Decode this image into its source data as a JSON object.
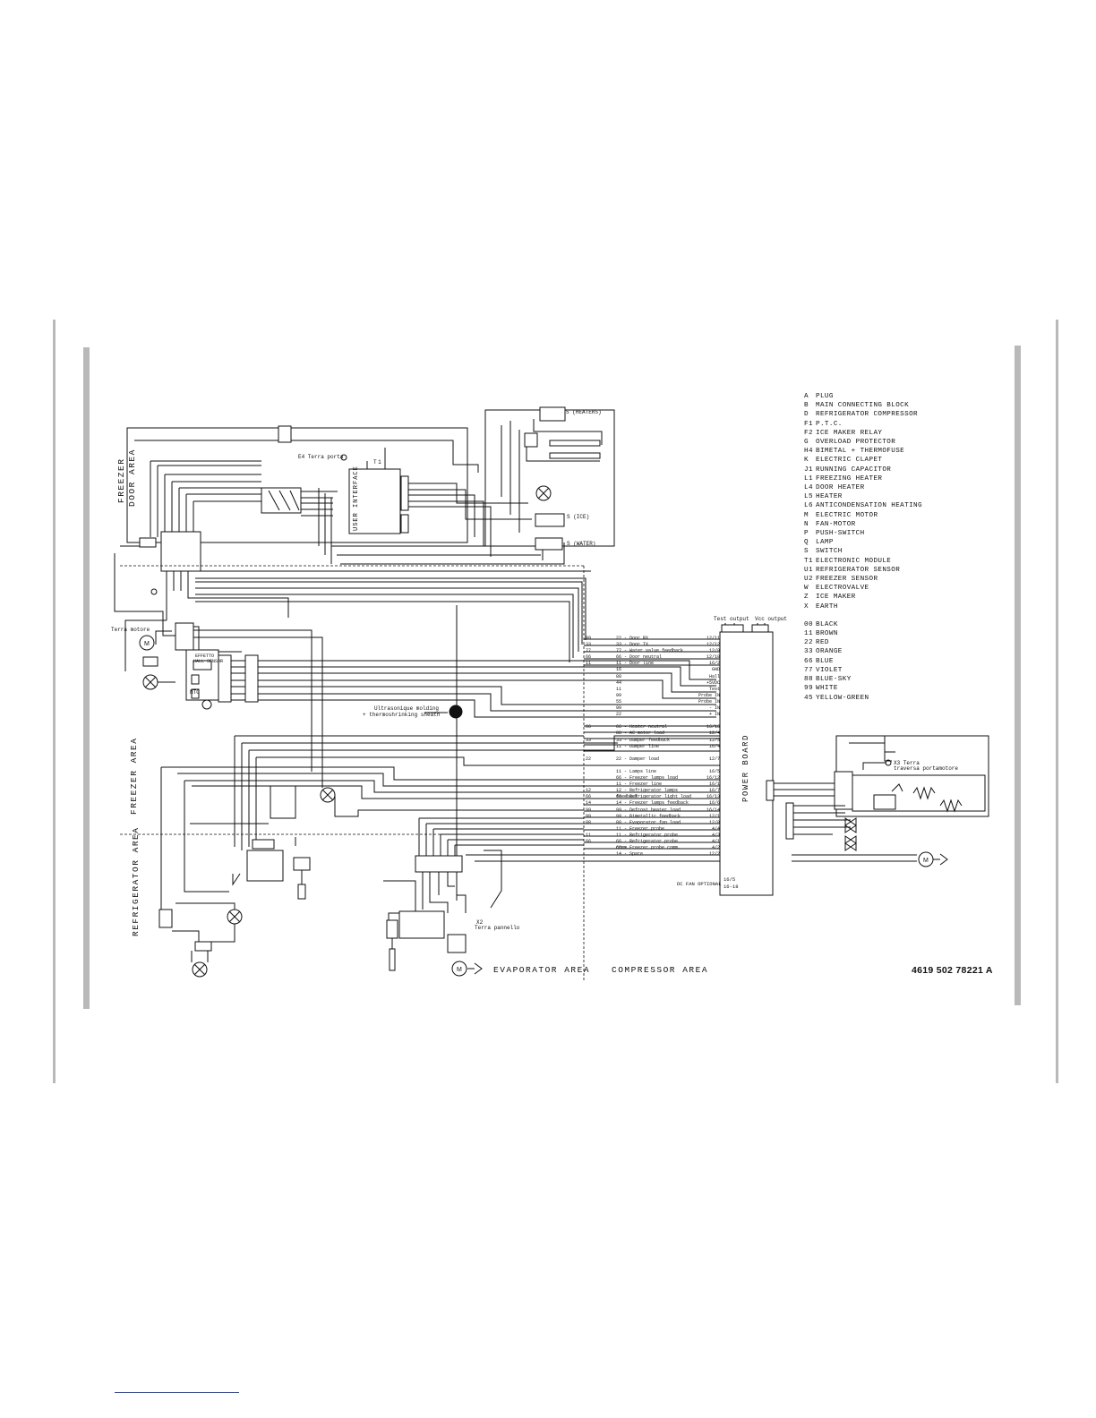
{
  "legend": {
    "components": [
      {
        "code": "A",
        "label": "PLUG"
      },
      {
        "code": "B",
        "label": "MAIN CONNECTING BLOCK"
      },
      {
        "code": "D",
        "label": "REFRIGERATOR COMPRESSOR"
      },
      {
        "code": "F1",
        "label": "P.T.C."
      },
      {
        "code": "F2",
        "label": "ICE MAKER RELAY"
      },
      {
        "code": "G",
        "label": "OVERLOAD PROTECTOR"
      },
      {
        "code": "H4",
        "label": "BIMETAL + THERMOFUSE"
      },
      {
        "code": "K",
        "label": "ELECTRIC CLAPET"
      },
      {
        "code": "J1",
        "label": "RUNNING CAPACITOR"
      },
      {
        "code": "L1",
        "label": "FREEZING HEATER"
      },
      {
        "code": "L4",
        "label": "DOOR HEATER"
      },
      {
        "code": "L5",
        "label": "HEATER"
      },
      {
        "code": "L6",
        "label": "ANTICONDENSATION HEATING"
      },
      {
        "code": "M",
        "label": "ELECTRIC MOTOR"
      },
      {
        "code": "N",
        "label": "FAN-MOTOR"
      },
      {
        "code": "P",
        "label": "PUSH-SWITCH"
      },
      {
        "code": "Q",
        "label": "LAMP"
      },
      {
        "code": "S",
        "label": "SWITCH"
      },
      {
        "code": "T1",
        "label": "ELECTRONIC MODULE"
      },
      {
        "code": "U1",
        "label": "REFRIGERATOR SENSOR"
      },
      {
        "code": "U2",
        "label": "FREEZER SENSOR"
      },
      {
        "code": "W",
        "label": "ELECTROVALVE"
      },
      {
        "code": "Z",
        "label": "ICE MAKER"
      },
      {
        "code": "X",
        "label": "EARTH"
      }
    ],
    "colors": [
      {
        "code": "00",
        "label": "BLACK"
      },
      {
        "code": "11",
        "label": "BROWN"
      },
      {
        "code": "22",
        "label": "RED"
      },
      {
        "code": "33",
        "label": "ORANGE"
      },
      {
        "code": "66",
        "label": "BLUE"
      },
      {
        "code": "77",
        "label": "VIOLET"
      },
      {
        "code": "88",
        "label": "BLUE-SKY"
      },
      {
        "code": "99",
        "label": "WHITE"
      },
      {
        "code": "45",
        "label": "YELLOW-GREEN"
      }
    ]
  },
  "areas": {
    "freezer_door": [
      "FREEZER",
      "DOOR AREA"
    ],
    "freezer": "FREEZER AREA",
    "refrigerator": "REFRIGERATOR AREA",
    "evaporator": "EVAPORATOR AREA",
    "compressor": "COMPRESSOR AREA"
  },
  "blocks": {
    "user_interface": "USER INTERFACE",
    "power_board": "POWER BOARD",
    "t1": "T1",
    "test_output": "Test output",
    "vcc_output": "Vcc output",
    "dc_fan": "DC FAN OPTIONAL",
    "ultrasonic": [
      "Ultrasonique molding",
      "+ thermoshrinking sheath"
    ],
    "e4": "E4 Terra porta",
    "terra_motore": "Terra motore",
    "x2": [
      "X2",
      "Terra pannello"
    ],
    "x3": [
      "X3 Terra",
      "traversa portamotore"
    ],
    "switch_heaters": "S (HEATERS)",
    "switch_ice": "S (ICE)",
    "switch_water": "S (WATER)",
    "ntc": "NTC",
    "effetto": [
      "EFFETTO",
      "HALL SENSOR"
    ]
  },
  "board_pins": [
    {
      "wire": "99",
      "signal": "22 - Door RX",
      "pin": "12/11"
    },
    {
      "wire": "33",
      "signal": "33 - Door TX",
      "pin": "12/12"
    },
    {
      "wire": "77",
      "signal": "77 - Water valve feedback",
      "pin": "12/9"
    },
    {
      "wire": "66",
      "signal": "66 - Door neutral",
      "pin": "12/10"
    },
    {
      "wire": "11",
      "signal": "11 - Door line",
      "pin": "16/2"
    },
    {
      "wire": "",
      "signal": "16",
      "pin": "GND"
    },
    {
      "wire": "",
      "signal": "88",
      "pin": "Hall"
    },
    {
      "wire": "",
      "signal": "44",
      "pin": "+5VDC"
    },
    {
      "wire": "",
      "signal": "11",
      "pin": "Test"
    },
    {
      "wire": "",
      "signal": "99",
      "pin": "Probe IN"
    },
    {
      "wire": "",
      "signal": "55",
      "pin": "Probe IN"
    },
    {
      "wire": "",
      "signal": "99",
      "pin": "- IN"
    },
    {
      "wire": "",
      "signal": "22",
      "pin": "+ IN"
    },
    {
      "wire": "66",
      "signal": "66 - Heater neutral",
      "pin": "16/16"
    },
    {
      "wire": "",
      "signal": "88 - AC motor load",
      "pin": "12/4"
    },
    {
      "wire": "33",
      "signal": "33 - Damper feedback",
      "pin": "12/5"
    },
    {
      "wire": "",
      "signal": "11 - Damper line",
      "pin": "16/4"
    },
    {
      "wire": "22",
      "signal": "22 - Damper load",
      "pin": "12/7"
    },
    {
      "wire": "",
      "signal": "11 - Lamps line",
      "pin": "16/5"
    },
    {
      "wire": "",
      "signal": "66 - Freezer lamps load",
      "pin": "16/12"
    },
    {
      "wire": "",
      "signal": "11 - Freezer line",
      "pin": "16/1"
    },
    {
      "wire": "12",
      "signal": "12 - Refrigerator lamps feedback",
      "pin": "16/7"
    },
    {
      "wire": "66",
      "signal": "66 - Refrigerator light load",
      "pin": "16/13"
    },
    {
      "wire": "14",
      "signal": "14 - Freezer lamps feedback",
      "pin": "16/6"
    },
    {
      "wire": "99",
      "signal": "99 - Defrost heater load",
      "pin": "16/14"
    },
    {
      "wire": "99",
      "signal": "99 - Bimetallic feedback",
      "pin": "12/1"
    },
    {
      "wire": "88",
      "signal": "88 - Evaporator fan load",
      "pin": "12/8"
    },
    {
      "wire": "",
      "signal": "11 - Freezer probe",
      "pin": "4/4"
    },
    {
      "wire": "11",
      "signal": "11 - Refrigerator probe",
      "pin": "4/3"
    },
    {
      "wire": "66",
      "signal": "66 - Refrigerator probe comm.",
      "pin": "4/1"
    },
    {
      "wire": "",
      "signal": "66 - Freezer probe comm.",
      "pin": "4/2"
    },
    {
      "wire": "",
      "signal": "14 - Spare",
      "pin": "12/2"
    }
  ],
  "lower_pins": [
    "16/5",
    "16-18"
  ],
  "doc_number": "4619  502  78221  A"
}
